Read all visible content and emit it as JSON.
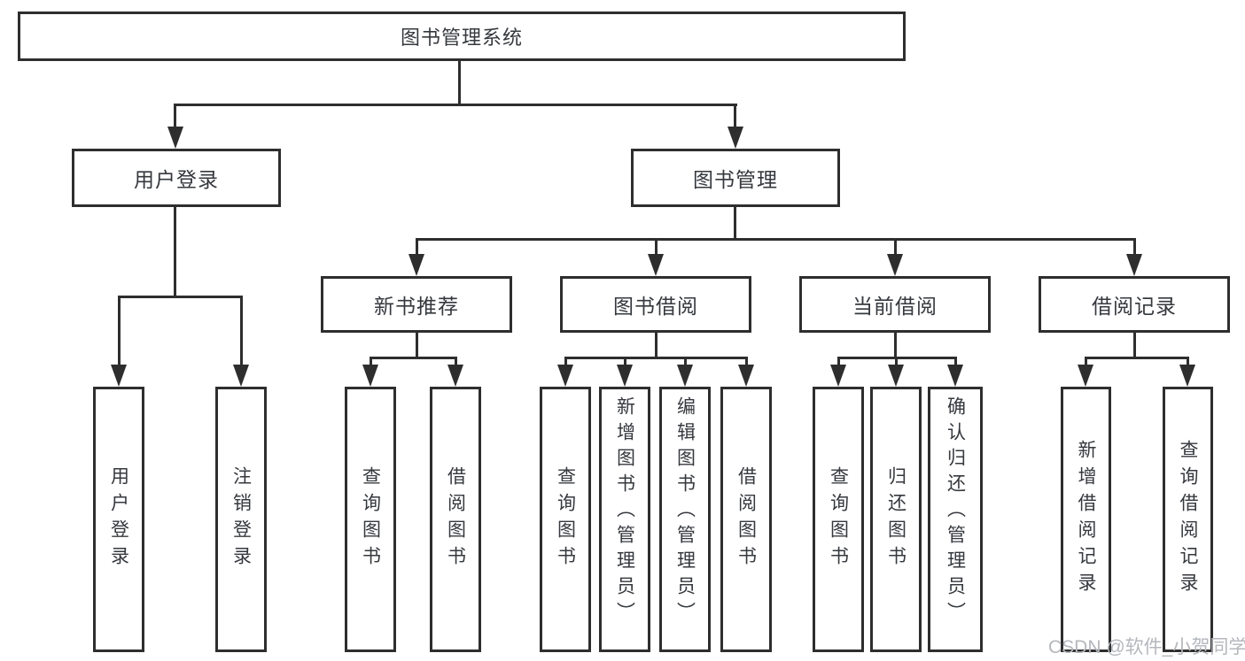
{
  "title": "图书管理系统",
  "level2": [
    {
      "label": "用户登录"
    },
    {
      "label": "图书管理"
    }
  ],
  "level3": [
    {
      "label": "新书推荐"
    },
    {
      "label": "图书借阅"
    },
    {
      "label": "当前借阅"
    },
    {
      "label": "借阅记录"
    }
  ],
  "leaves": {
    "user": [
      "用户登录",
      "注销登录"
    ],
    "recommend": [
      "查询图书",
      "借阅图书"
    ],
    "borrow": [
      "查询图书",
      "新增图书（管理员）",
      "编辑图书（管理员）",
      "借阅图书"
    ],
    "current": [
      "查询图书",
      "归还图书",
      "确认归还（管理员）"
    ],
    "records": [
      "新增借阅记录",
      "查询借阅记录"
    ]
  },
  "watermark": "CSDN @软件_小贺同学",
  "colors": {
    "line": "#2e2e2e",
    "text": "#35383d",
    "watermark": "#b4b7bc",
    "background": "#ffffff"
  }
}
